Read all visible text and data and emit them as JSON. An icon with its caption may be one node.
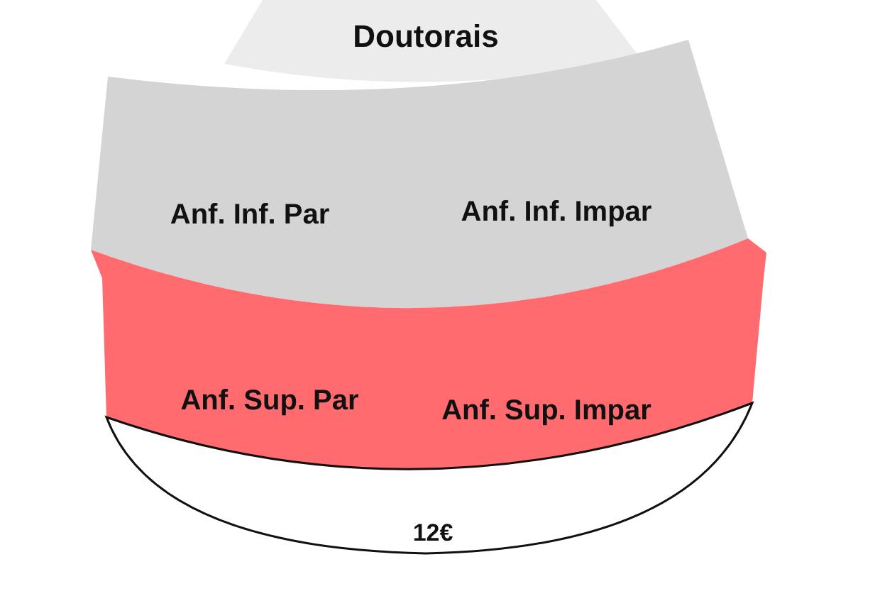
{
  "diagram": {
    "nodes": [
      {
        "text": [
          "Doutorais"
        ]
      },
      {
        "text": [
          "Anf. Inf. Par",
          "Anf. Inf. Impar"
        ]
      },
      {
        "text": [
          "Anf. Sup. Par",
          "Anf. Sup. Impar"
        ]
      },
      {
        "text": [
          "12€"
        ]
      }
    ]
  }
}
